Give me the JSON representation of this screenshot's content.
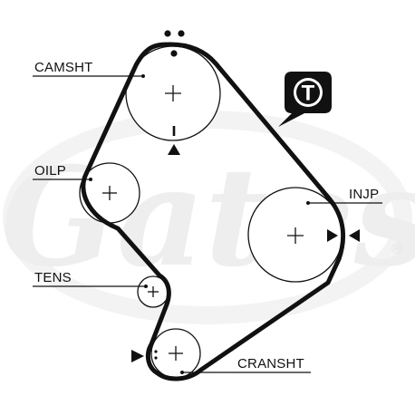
{
  "labels": {
    "camshaft": "CAMSHT",
    "oil_pump": "OILP",
    "tensioner": "TENS",
    "injection_pump": "INJP",
    "crankshaft": "CRANSHT"
  },
  "badge": {
    "letter": "T"
  },
  "watermark": {
    "text": "Gates",
    "registered_mark": "®"
  },
  "colors": {
    "belt": "#111111",
    "text": "#111111",
    "watermark": "#f0f0f0",
    "badge_fill": "#111111",
    "badge_text": "#ffffff"
  }
}
